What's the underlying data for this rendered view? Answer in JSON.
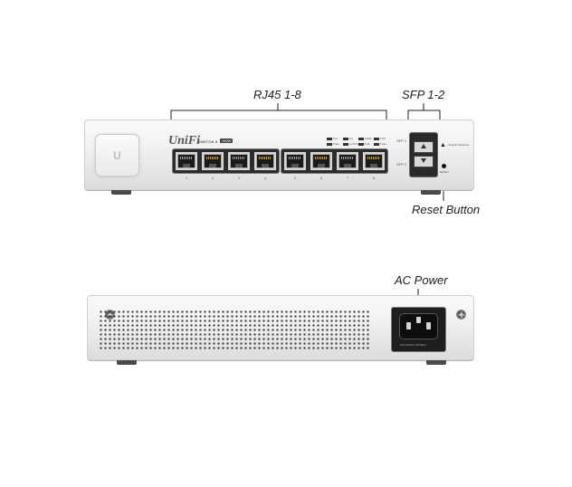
{
  "labels": {
    "rj45": "RJ45 1-8",
    "sfp": "SFP 1-2",
    "reset": "Reset Button",
    "ac_power": "AC Power"
  },
  "front": {
    "brand": "UniFi",
    "model_text": "SWITCH 8",
    "model_badge": "150W",
    "ports": [
      "1",
      "2",
      "3",
      "4",
      "5",
      "6",
      "7",
      "8"
    ],
    "led_legend": [
      "Poe",
      "1G",
      "100M",
      "10M",
      "PoE+",
      "Link/Act",
      "PoE",
      "PoE+"
    ],
    "sfp_labels": [
      "SFP 1",
      "SFP 2"
    ],
    "reset_text": "RESET",
    "ubnt_text": "Ubiquiti Networks"
  },
  "rear": {
    "ac_text": "100-240VAC 50/60Hz"
  },
  "colors": {
    "chassis": "#ececec",
    "port_black": "#1a1a1a",
    "callout_line": "#222222"
  }
}
